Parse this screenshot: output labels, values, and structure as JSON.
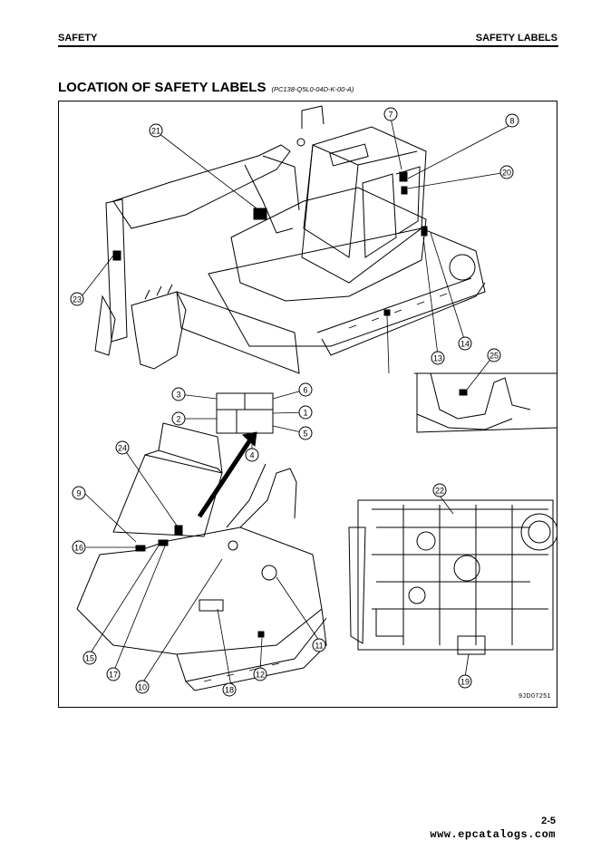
{
  "header": {
    "left": "SAFETY",
    "right": "SAFETY LABELS"
  },
  "title": "LOCATION OF SAFETY LABELS",
  "code": "(PC138-Q5L0-04D-K-00-A)",
  "figure": {
    "callouts": [
      "1",
      "2",
      "3",
      "4",
      "5",
      "6",
      "7",
      "8",
      "9",
      "10",
      "11",
      "12",
      "13",
      "14",
      "15",
      "16",
      "17",
      "18",
      "19",
      "20",
      "21",
      "22",
      "23",
      "24",
      "25"
    ],
    "figure_code": "9JD07251"
  },
  "footer": {
    "page": "2-5",
    "site": "www.epcatalogs.com"
  }
}
